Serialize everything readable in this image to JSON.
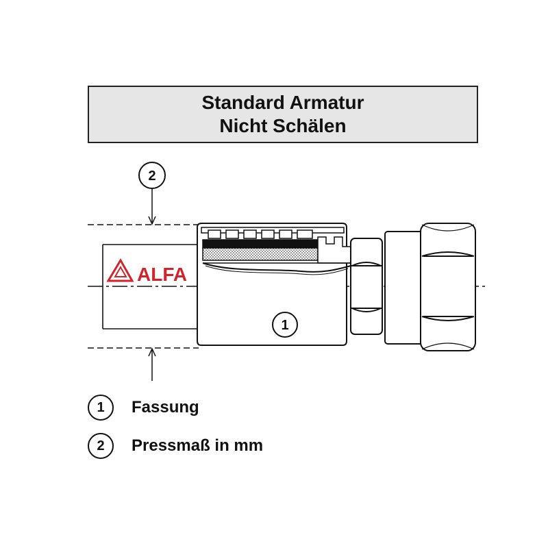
{
  "title": {
    "line1": "Standard Armatur",
    "line2": "Nicht Schälen"
  },
  "logo": {
    "text": "ALFA",
    "color": "#d2232a"
  },
  "callouts": {
    "fitting": "1",
    "press_dimension": "2"
  },
  "legend": [
    {
      "number": "1",
      "label": "Fassung"
    },
    {
      "number": "2",
      "label": "Pressmaß in mm"
    }
  ],
  "colors": {
    "line": "#111111",
    "title_background": "#e6e6e7"
  }
}
